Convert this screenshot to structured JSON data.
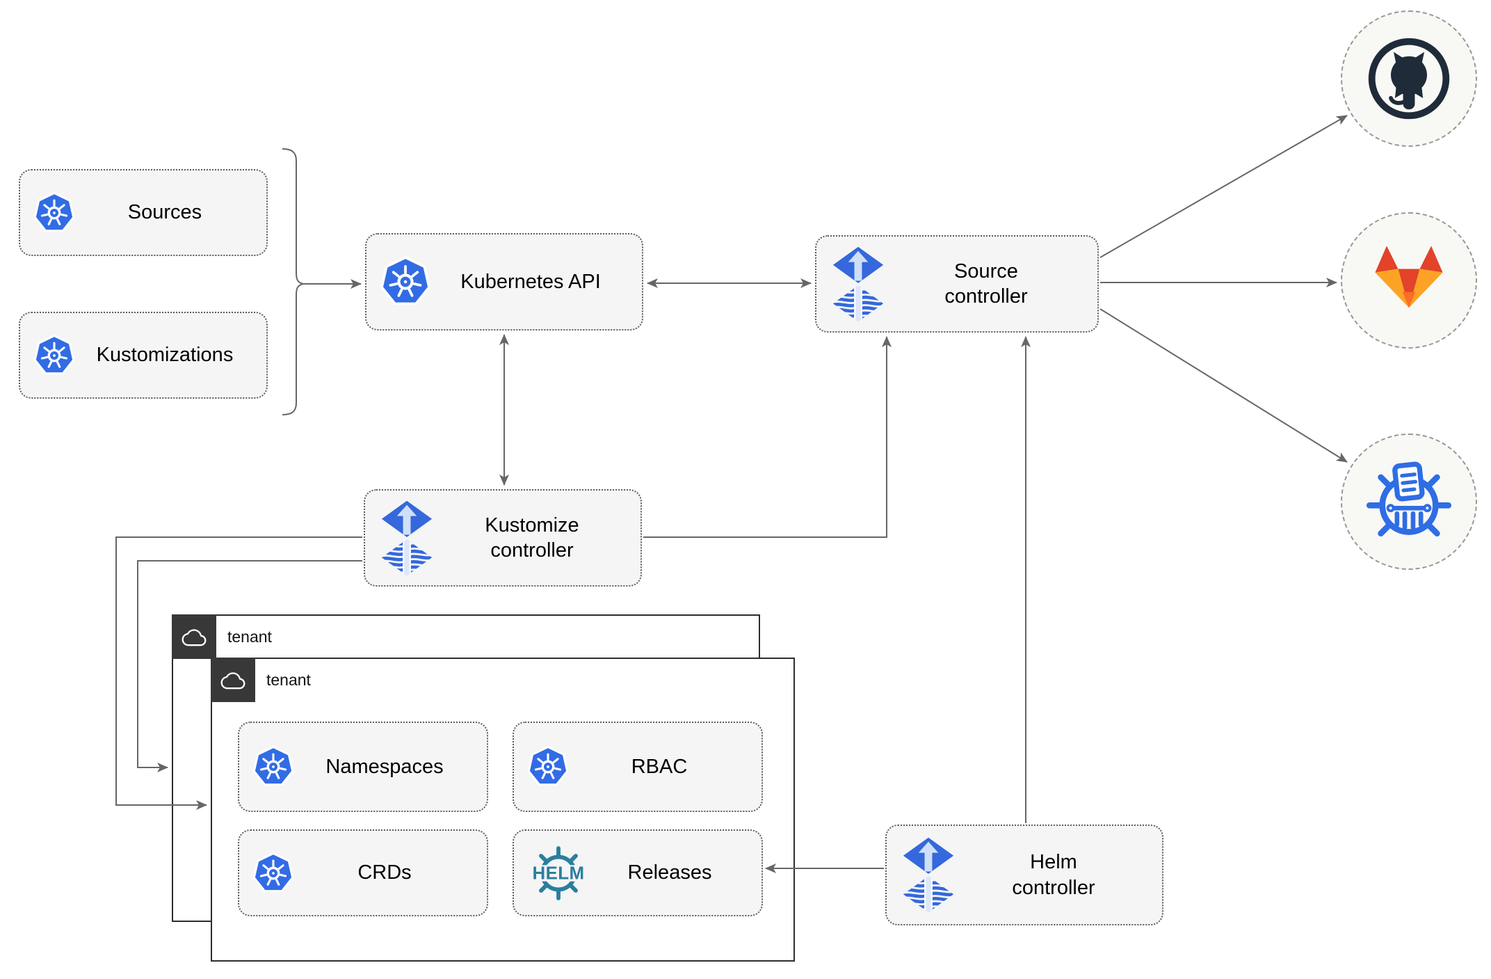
{
  "diagram": {
    "nodes": {
      "sources": {
        "label": "Sources"
      },
      "kustomizations": {
        "label": "Kustomizations"
      },
      "kubernetes_api": {
        "label": "Kubernetes API"
      },
      "source_controller": {
        "line1": "Source",
        "line2": "controller"
      },
      "kustomize_controller": {
        "line1": "Kustomize",
        "line2": "controller"
      },
      "helm_controller": {
        "line1": "Helm",
        "line2": "controller"
      },
      "tenant_back": {
        "label": "tenant"
      },
      "tenant_front": {
        "label": "tenant"
      },
      "namespaces": {
        "label": "Namespaces"
      },
      "rbac": {
        "label": "RBAC"
      },
      "crds": {
        "label": "CRDs"
      },
      "releases": {
        "label": "Releases",
        "logo_text": "HELM"
      }
    },
    "endpoints": {
      "github": {
        "icon": "github-icon"
      },
      "gitlab": {
        "icon": "gitlab-icon"
      },
      "chartmuseum": {
        "icon": "chartmuseum-icon"
      }
    },
    "icons": [
      "kubernetes-icon",
      "flux-icon",
      "helm-icon",
      "cloud-icon",
      "github-icon",
      "gitlab-icon",
      "chartmuseum-icon"
    ],
    "colors": {
      "kubernetes_blue": "#326ce5",
      "flux_blue": "#3468dc",
      "flux_light": "#cfdff7",
      "helm_teal": "#2b7e9d",
      "github_dark": "#1f2b38",
      "gitlab_red": "#e24329",
      "gitlab_orange": "#fc6d26",
      "gitlab_amber": "#fca326",
      "chartmuseum_blue": "#2e6de4",
      "arrow_gray": "#666666",
      "node_fill": "#f5f5f5",
      "node_border": "#5c5c5c",
      "tenant_border": "#2d2d2d",
      "tenant_badge_bg": "#383838"
    }
  }
}
